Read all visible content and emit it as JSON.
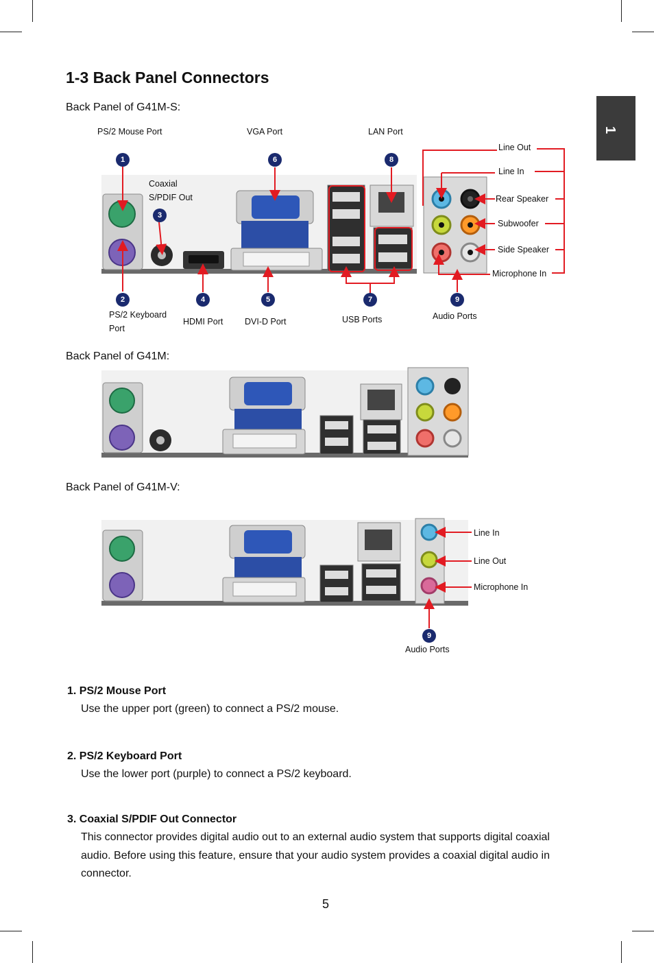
{
  "section_tab": "1",
  "title": "1-3 Back Panel Connectors",
  "panels": [
    {
      "heading": "Back Panel of G41M-S:",
      "callouts": {
        "ps2_mouse": "PS/2  Mouse Port",
        "vga": "VGA  Port",
        "lan": "LAN Port",
        "coaxial": "Coaxial S/PDIF Out",
        "ps2_keyboard": "PS/2 Keyboard Port",
        "hdmi": "HDMI Port",
        "dvid": "DVI-D Port",
        "usb": "USB Ports",
        "audio": "Audio Ports",
        "line_out": "Line Out",
        "line_in": "Line In",
        "rear_speaker": "Rear Speaker",
        "subwoofer": "Subwoofer",
        "side_speaker": "Side Speaker",
        "mic_in": "Microphone In"
      },
      "badges": [
        "1",
        "2",
        "3",
        "4",
        "5",
        "6",
        "7",
        "8",
        "9"
      ]
    },
    {
      "heading": "Back Panel of G41M:"
    },
    {
      "heading": "Back Panel of G41M-V:",
      "callouts": {
        "line_in": "Line In",
        "line_out": "Line Out",
        "mic_in": "Microphone In",
        "audio": "Audio Ports"
      },
      "badges": [
        "9"
      ]
    }
  ],
  "items": [
    {
      "title": "1. PS/2 Mouse Port",
      "text": "Use the upper port (green) to connect a PS/2 mouse."
    },
    {
      "title": "2. PS/2 Keyboard Port",
      "text": "Use the lower port (purple) to connect a PS/2 keyboard."
    },
    {
      "title": "3. Coaxial S/PDIF Out Connector",
      "text": "This connector provides digital audio out to an external audio system that supports digital coaxial audio. Before using this feature, ensure that your audio system provides a coaxial digital audio in connector."
    }
  ],
  "page_number": "5",
  "colors": {
    "accent_red": "#e21b22",
    "badge_navy": "#1a2a6e",
    "tab_dark": "#3b3b3b"
  }
}
